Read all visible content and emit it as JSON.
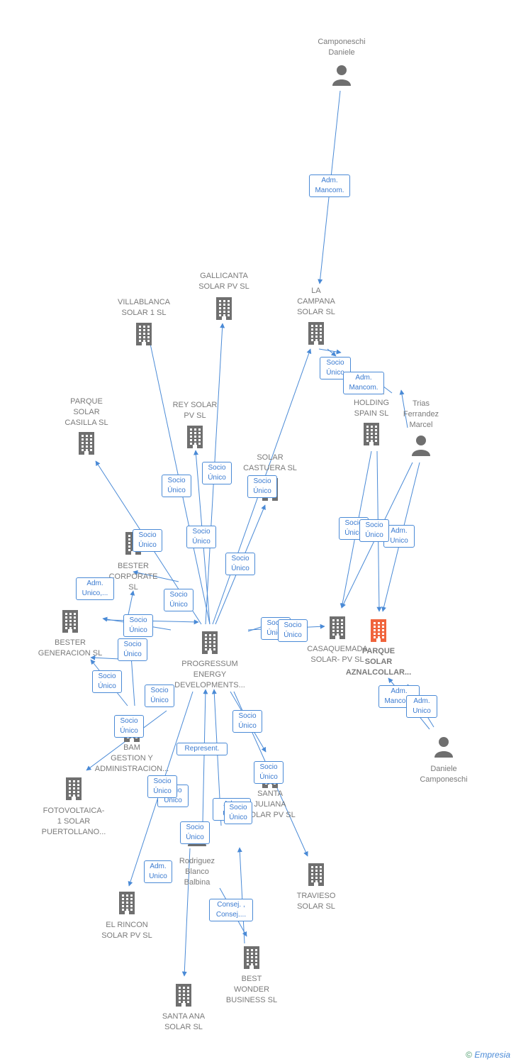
{
  "nodes": [
    {
      "id": "camponeschi_top",
      "kind": "person",
      "label": "Camponeschi\nDaniele"
    },
    {
      "id": "la_campana",
      "kind": "company",
      "label": "LA\nCAMPANA\nSOLAR  SL"
    },
    {
      "id": "gallicanta",
      "kind": "company",
      "label": "GALLICANTA\nSOLAR PV  SL"
    },
    {
      "id": "villablanca",
      "kind": "company",
      "label": "VILLABLANCA\nSOLAR 1  SL"
    },
    {
      "id": "parque_casilla",
      "kind": "company",
      "label": "PARQUE\nSOLAR\nCASILLA  SL"
    },
    {
      "id": "rey_solar",
      "kind": "company",
      "label": "REY SOLAR\nPV  SL"
    },
    {
      "id": "solar_castuera",
      "kind": "company",
      "label": "SOLAR\nCASTUERA  SL"
    },
    {
      "id": "solar_holding",
      "kind": "company",
      "label": "SOLAR\nHOLDING\nSPAIN  SL"
    },
    {
      "id": "trias",
      "kind": "person",
      "label": "Trias\nFerrandez\nMarcel"
    },
    {
      "id": "bester_corporate",
      "kind": "company",
      "label": "BESTER\nCORPORATE\nSL"
    },
    {
      "id": "bester_generacion",
      "kind": "company",
      "label": "BESTER\nGENERACION SL"
    },
    {
      "id": "progressum",
      "kind": "company",
      "label": "PROGRESSUM\nENERGY\nDEVELOPMENTS..."
    },
    {
      "id": "casaquemada",
      "kind": "company",
      "label": "CASAQUEMADA\nSOLAR- PV  SL"
    },
    {
      "id": "aznalcollar",
      "kind": "company",
      "label": "PARQUE\nSOLAR\nAZNALCOLLAR...",
      "highlight": true
    },
    {
      "id": "camponeschi_bottom",
      "kind": "person",
      "label": "Daniele\nCamponeschi"
    },
    {
      "id": "bam",
      "kind": "company",
      "label": "BAM\nGESTION Y\nADMINISTRACION..."
    },
    {
      "id": "fotovoltaica",
      "kind": "company",
      "label": "FOTOVOLTAICA-\n1 SOLAR\nPUERTOLLANO..."
    },
    {
      "id": "santa_juliana",
      "kind": "company",
      "label": "SANTA\nJULIANA\nSOLAR PV  SL"
    },
    {
      "id": "rodriguez",
      "kind": "person",
      "label": "Rodriguez\nBlanco\nBalbina"
    },
    {
      "id": "travieso",
      "kind": "company",
      "label": "TRAVIESO\nSOLAR  SL"
    },
    {
      "id": "el_rincon",
      "kind": "company",
      "label": "EL RINCON\nSOLAR PV  SL"
    },
    {
      "id": "best_wonder",
      "kind": "company",
      "label": "BEST\nWONDER\nBUSINESS SL"
    },
    {
      "id": "santa_ana",
      "kind": "company",
      "label": "SANTA ANA\nSOLAR  SL"
    }
  ],
  "badges": [
    {
      "id": "b1",
      "label": "Adm.\nMancom."
    },
    {
      "id": "b2",
      "label": "Socio\nÚnico"
    },
    {
      "id": "b3",
      "label": "Adm.\nMancom."
    },
    {
      "id": "b4",
      "label": "Socio\nÚnico"
    },
    {
      "id": "b5",
      "label": "Socio\nÚnico"
    },
    {
      "id": "b6",
      "label": "Socio\nÚnico"
    },
    {
      "id": "b7",
      "label": "Socio\nÚnico"
    },
    {
      "id": "b8",
      "label": "Socio\nÚnico"
    },
    {
      "id": "b9",
      "label": "Socio\nÚnico"
    },
    {
      "id": "b10",
      "label": "Adm.\nUnico,..."
    },
    {
      "id": "b11",
      "label": "Socio\nÚnico"
    },
    {
      "id": "b12",
      "label": "Socio\nÚnico"
    },
    {
      "id": "b13",
      "label": "Socio\nÚnico"
    },
    {
      "id": "b14",
      "label": "Socio\nÚnico"
    },
    {
      "id": "b15",
      "label": "Socio\nÚnico"
    },
    {
      "id": "b16",
      "label": "Socio\nÚnico"
    },
    {
      "id": "b17",
      "label": "Socio\nÚnico"
    },
    {
      "id": "b18",
      "label": "Socio\nÚnico"
    },
    {
      "id": "b19",
      "label": "Adm.\nUnico"
    },
    {
      "id": "b20",
      "label": "Socio\nÚnico"
    },
    {
      "id": "b21",
      "label": "Socio\nÚnico"
    },
    {
      "id": "b22",
      "label": "Adm.\nMancom."
    },
    {
      "id": "b23",
      "label": "Adm.\nUnico"
    },
    {
      "id": "b24",
      "label": "Socio\nÚnico"
    },
    {
      "id": "b25",
      "label": "Socio\nÚnico"
    },
    {
      "id": "b26",
      "label": "Represent."
    },
    {
      "id": "b27",
      "label": "Socio\nÚnico"
    },
    {
      "id": "b28",
      "label": "Socio\nÚnico"
    },
    {
      "id": "b29",
      "label": "Socio\nÚnico"
    },
    {
      "id": "b30",
      "label": "Adm.\nUnico"
    },
    {
      "id": "b31",
      "label": "Socio\nÚnico"
    },
    {
      "id": "b32",
      "label": "Adm.\nUnico"
    },
    {
      "id": "b33",
      "label": "Consej. ,\nConsej...."
    }
  ],
  "footer": {
    "copyright": "©",
    "brand": "Empresia"
  },
  "colors": {
    "edge": "#4a8ad6",
    "icon": "#6f6f6f",
    "highlight": "#f0643c"
  }
}
